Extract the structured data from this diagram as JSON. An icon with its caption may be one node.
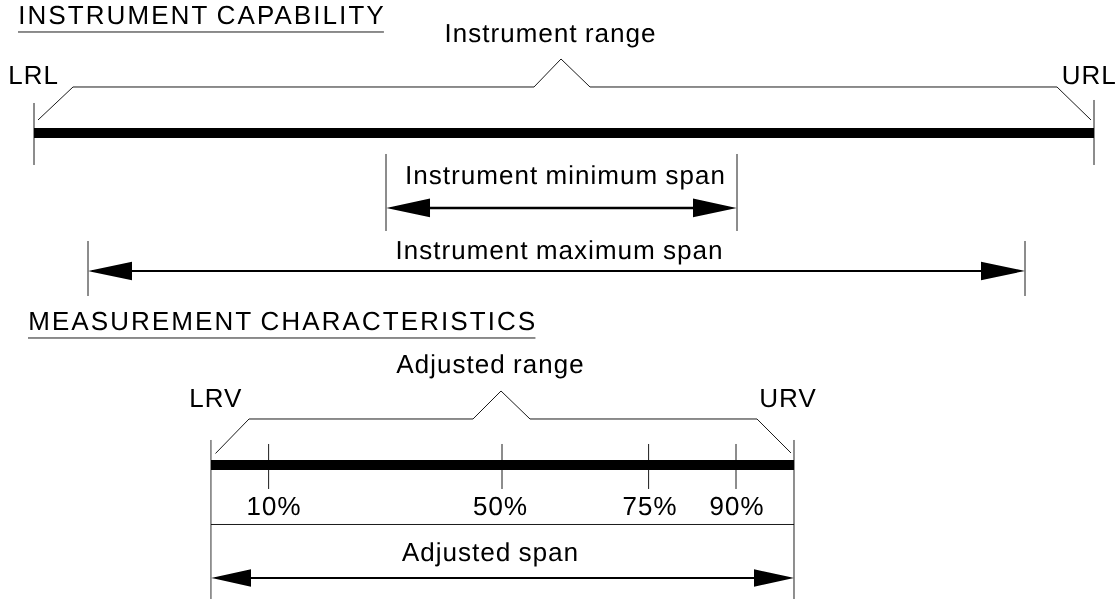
{
  "diagram": {
    "labels": [
      "INSTRUMENT CAPABILITY",
      "Instrument range",
      "LRL",
      "URL",
      "Instrument minimum span",
      "Instrument maximum span",
      "MEASUREMENT CHARACTERISTICS",
      "Adjusted range",
      "LRV",
      "URV",
      "10%",
      "50%",
      "75%",
      "90%",
      "Adjusted span"
    ]
  }
}
